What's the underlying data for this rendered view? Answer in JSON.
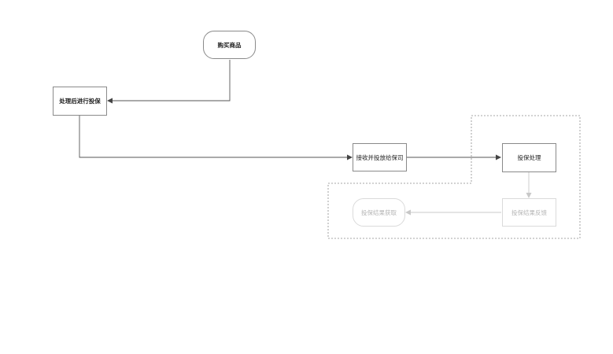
{
  "diagram": {
    "nodes": {
      "buy": {
        "label": "购买商品",
        "shape": "terminal"
      },
      "process_insure": {
        "label": "处理后进行投保",
        "shape": "process"
      },
      "receive_forward": {
        "label": "接收并投放给保司",
        "shape": "process"
      },
      "insure_handle": {
        "label": "投保处理",
        "shape": "process"
      },
      "result_feedback": {
        "label": "投保结果反馈",
        "shape": "process",
        "faded": true
      },
      "result_fetch": {
        "label": "投保结果获取",
        "shape": "terminal",
        "faded": true
      }
    },
    "edges": [
      {
        "from": "buy",
        "to": "process_insure"
      },
      {
        "from": "process_insure",
        "to": "receive_forward"
      },
      {
        "from": "receive_forward",
        "to": "insure_handle"
      },
      {
        "from": "insure_handle",
        "to": "result_feedback",
        "faded": true
      },
      {
        "from": "result_feedback",
        "to": "result_fetch",
        "faded": true
      }
    ],
    "colors": {
      "line": "#555555",
      "faded_line": "#c8c8c8",
      "group_border": "#8a8a8a"
    }
  }
}
